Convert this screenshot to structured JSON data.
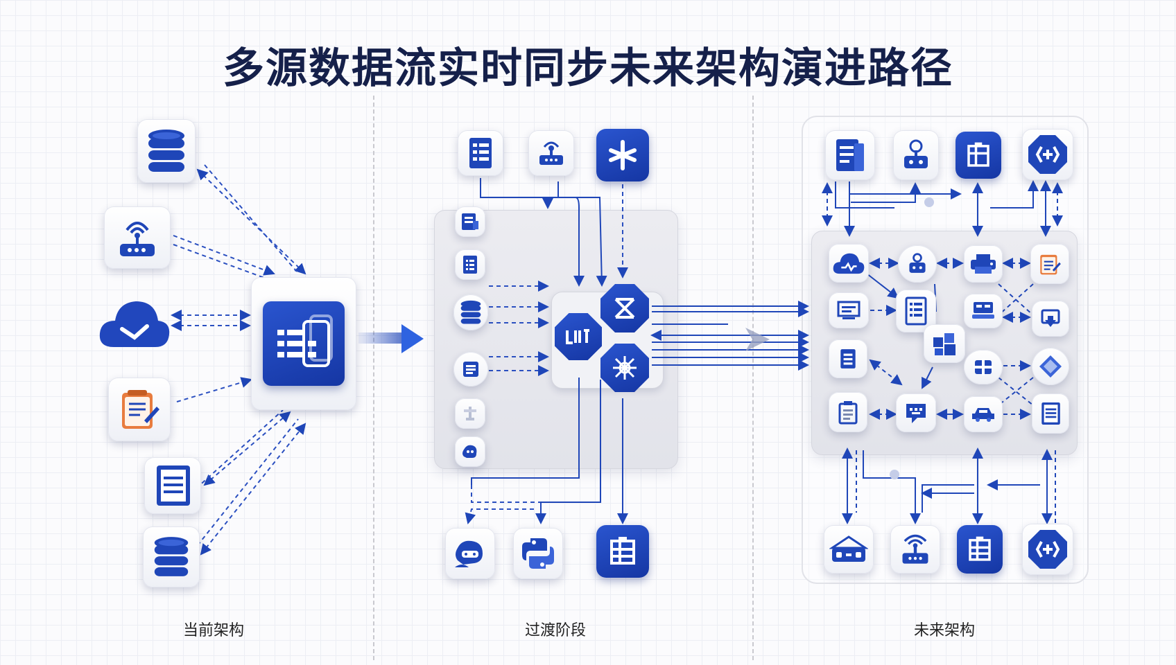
{
  "title": "多源数据流实时同步未来架构演进路径",
  "stages": {
    "current": "当前架构",
    "transition": "过渡阶段",
    "future": "未来架构"
  },
  "colors": {
    "accent": "#1f46b8",
    "accent_dark": "#15339a",
    "title": "#15204a",
    "panel": "#e6e7ed"
  },
  "icons": {
    "current_sources": [
      "database-icon",
      "wifi-router-icon",
      "cloud-icon",
      "notepad-icon",
      "document-icon",
      "database-icon"
    ],
    "current_hub": "server-cluster-icon",
    "transition_top": [
      "document-icon",
      "router-icon",
      "stream-processor-icon"
    ],
    "transition_sources": [
      "document-icon",
      "list-icon",
      "database-icon",
      "report-icon",
      "file-icon",
      "robot-icon"
    ],
    "transition_hub": [
      "gateway-icon",
      "processor-icon",
      "network-hub-icon"
    ],
    "transition_bottom": [
      "chatbot-icon",
      "python-icon",
      "storage-icon"
    ],
    "future_top": [
      "document-icon",
      "robot-icon",
      "storage-icon",
      "hexagon-api-icon"
    ],
    "future_nodes": [
      "cloud-icon",
      "robot-icon",
      "printer-icon",
      "notepad-icon",
      "monitor-icon",
      "table-icon",
      "terminal-icon",
      "download-icon",
      "list-icon",
      "cube-icon",
      "puzzle-icon",
      "chip-icon",
      "clipboard-icon",
      "chat-icon",
      "car-icon",
      "document-icon"
    ],
    "future_bottom": [
      "device-icon",
      "router-icon",
      "storage-icon",
      "hexagon-api-icon"
    ]
  }
}
